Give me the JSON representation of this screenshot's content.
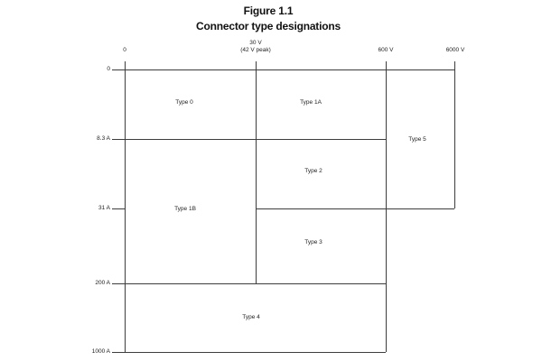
{
  "figure": {
    "title": "Figure 1.1",
    "subtitle": "Connector type designations"
  },
  "axes": {
    "voltage": {
      "ticks": [
        {
          "label": "0"
        },
        {
          "label": "30 V",
          "sublabel": "(42 V peak)"
        },
        {
          "label": "600 V"
        },
        {
          "label": "6000 V"
        }
      ]
    },
    "current": {
      "ticks": [
        {
          "label": "0"
        },
        {
          "label": "8.3 A"
        },
        {
          "label": "31 A"
        },
        {
          "label": "200 A"
        },
        {
          "label": "1000 A"
        }
      ]
    }
  },
  "regions": [
    {
      "label": "Type 0",
      "voltage_range": "0 to 30 V",
      "current_range": "0 to 8.3 A"
    },
    {
      "label": "Type 1A",
      "voltage_range": "30 to 600 V",
      "current_range": "0 to 8.3 A"
    },
    {
      "label": "Type 2",
      "voltage_range": "30 to 600 V",
      "current_range": "8.3 to 31 A"
    },
    {
      "label": "Type 1B",
      "voltage_range": "0 to 30 V",
      "current_range": "8.3 to 200 A"
    },
    {
      "label": "Type 3",
      "voltage_range": "30 to 600 V",
      "current_range": "31 to 200 A"
    },
    {
      "label": "Type 4",
      "voltage_range": "0 to 600 V",
      "current_range": "200 to 1000 A"
    },
    {
      "label": "Type 5",
      "voltage_range": "600 to 6000 V",
      "current_range": "0 to 31 A"
    }
  ]
}
